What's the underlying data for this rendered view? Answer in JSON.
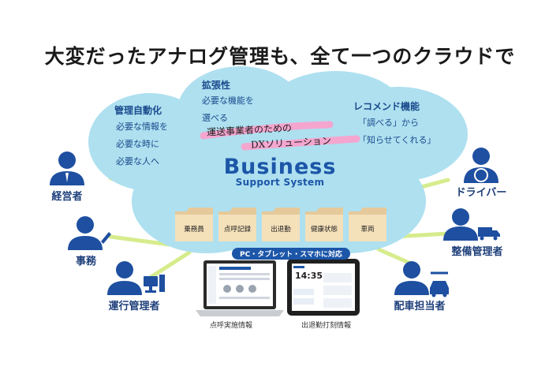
{
  "headline": "大変だったアナログ管理も、全て一つのクラウドで",
  "brand": {
    "line1": "Business",
    "line2": "Support System"
  },
  "features": {
    "management": {
      "title": "管理自動化",
      "lines": [
        "必要な情報を",
        "必要な時に",
        "必要な人へ"
      ]
    },
    "extensibility": {
      "title": "拡張性",
      "lines": [
        "必要な機能を",
        "選べる"
      ]
    },
    "recommend": {
      "title": "レコメンド機能",
      "lines": [
        "「調べる」から",
        "「知らせてくれる」"
      ]
    }
  },
  "tagline": {
    "line1": "運送事業者のための",
    "line2": "DXソリューション"
  },
  "folders": [
    "乗務員",
    "点呼記録",
    "出退勤",
    "健康状態",
    "車両"
  ],
  "devices": {
    "banner": "PC・タブレット・スマホに対応",
    "laptop_caption": "点呼実施情報",
    "tablet_caption": "出退勤打刻情報",
    "tablet_time": "14:35"
  },
  "roles": {
    "left": [
      "経営者",
      "事務",
      "運行管理者"
    ],
    "right": [
      "ドライバー",
      "整備管理者",
      "配車担当者"
    ]
  },
  "colors": {
    "cloud": "#aee0f0",
    "accent_blue": "#1c56a8",
    "connector": "#d6ec8c",
    "highlight_pink": "#f4a6cf",
    "person": "#1e4fa0"
  }
}
